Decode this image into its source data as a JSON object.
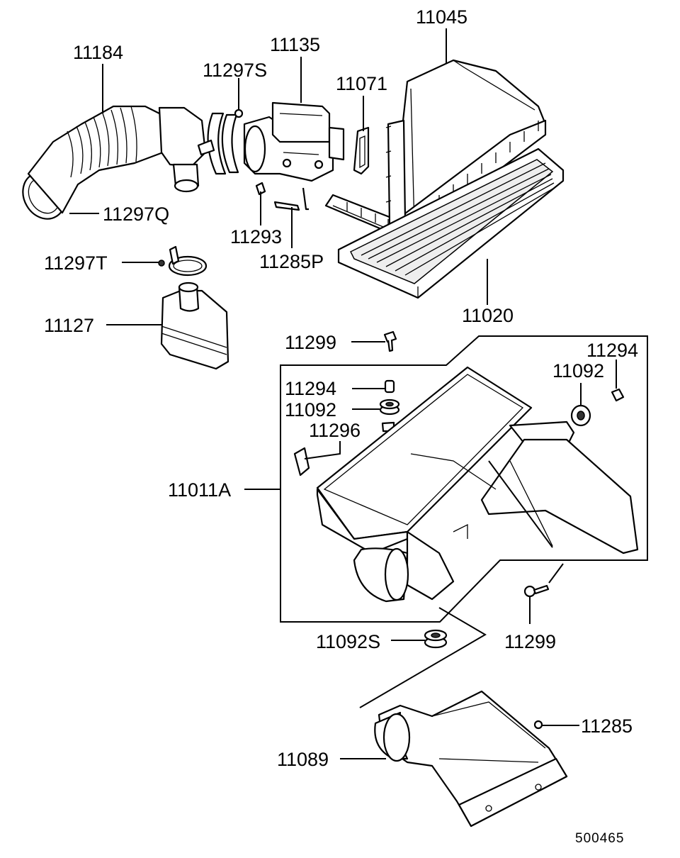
{
  "labels": {
    "p11184": "11184",
    "p11297S": "11297S",
    "p11135": "11135",
    "p11045": "11045",
    "p11071": "11071",
    "p11297Q": "11297Q",
    "p11293": "11293",
    "p11285P": "11285P",
    "p11297T": "11297T",
    "p11127": "11127",
    "p11020": "11020",
    "p11299a": "11299",
    "p11294a": "11294",
    "p11092a": "11092",
    "p11294b": "11294",
    "p11092b": "11092",
    "p11296": "11296",
    "p11011A": "11011A",
    "p11092S": "11092S",
    "p11299b": "11299",
    "p11285": "11285",
    "p11089": "11089"
  },
  "drawing_code": "500465"
}
